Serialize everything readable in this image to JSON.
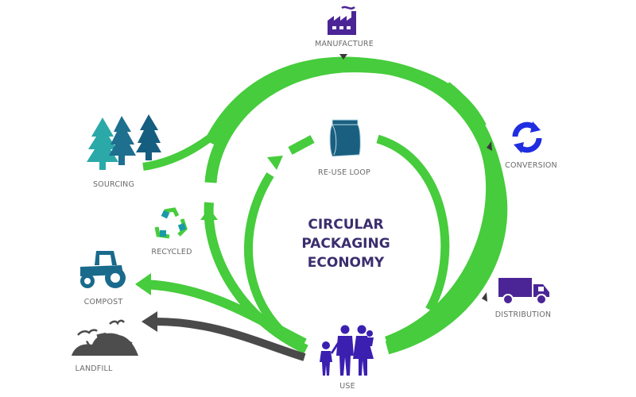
{
  "title": {
    "lines": [
      "CIRCULAR",
      "PACKAGING",
      "ECONOMY"
    ]
  },
  "nodes": {
    "manufacture": {
      "label": "MANUFACTURE",
      "icon": "factory-icon"
    },
    "conversion": {
      "label": "CONVERSION",
      "icon": "refresh-cycle-icon"
    },
    "distribution": {
      "label": "DISTRIBUTION",
      "icon": "truck-icon"
    },
    "use": {
      "label": "USE",
      "icon": "family-icon"
    },
    "landfill": {
      "label": "LANDFILL",
      "icon": "landfill-icon"
    },
    "compost": {
      "label": "COMPOST",
      "icon": "tractor-icon"
    },
    "recycled": {
      "label": "RECYCLED",
      "icon": "recycle-icon"
    },
    "sourcing": {
      "label": "SOURCING",
      "icon": "trees-icon"
    },
    "reuse": {
      "label": "RE-USE LOOP",
      "icon": "package-bag-icon"
    }
  },
  "colors": {
    "flow_green": "#46cc3c",
    "landfill_gray": "#4a4a4a",
    "purple": "#4b2596",
    "teal_dark": "#1a5f80",
    "teal_light": "#2aa9a8",
    "blue": "#1f2ee0",
    "label_gray": "#6b6b6b",
    "title_purple": "#3b2e6e"
  }
}
